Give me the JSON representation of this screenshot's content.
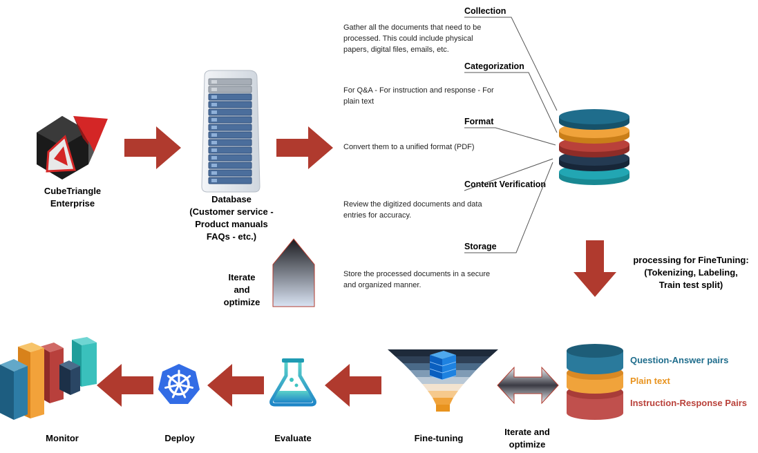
{
  "colors": {
    "arrow_red": "#b03a2e",
    "teal_blue": "#1f6d8c",
    "orange": "#e8931e",
    "red": "#b9413a",
    "dark_navy": "#243a52",
    "cyan": "#22a6b3",
    "kubernetes_blue": "#326ce5"
  },
  "enterprise": {
    "label_line1": "CubeTriangle",
    "label_line2": "Enterprise",
    "icon": "cube-triangle-logo-icon"
  },
  "database": {
    "icon": "server-rack-icon",
    "label_line1": "Database",
    "label_line2": "(Customer service -",
    "label_line3": "Product manuals",
    "label_line4": "FAQs - etc.)"
  },
  "steps": [
    {
      "title": "Collection",
      "color": "#1f6d8c",
      "desc_line1": "Gather all the documents that need to be",
      "desc_line2": "processed. This could include physical",
      "desc_line3": "papers, digital files, emails, etc."
    },
    {
      "title": "Categorization",
      "color": "#e8931e",
      "desc_line1": "For Q&A - For instruction and response - For",
      "desc_line2": "plain text",
      "desc_line3": ""
    },
    {
      "title": "Format",
      "color": "#b9413a",
      "desc_line1": "Convert them to a unified format (PDF)",
      "desc_line2": "",
      "desc_line3": ""
    },
    {
      "title": "Content Verification",
      "color": "#243a52",
      "desc_line1": "Review the digitized documents and data",
      "desc_line2": "entries for accuracy.",
      "desc_line3": ""
    },
    {
      "title": "Storage",
      "color": "#22a6b3",
      "desc_line1": "Store the processed documents in a secure",
      "desc_line2": "and organized manner.",
      "desc_line3": ""
    }
  ],
  "processing": {
    "line1": "processing for FineTuning:",
    "line2": "(Tokenizing, Labeling,",
    "line3": "Train test split)"
  },
  "iterate_top": {
    "line1": "Iterate",
    "line2": "and",
    "line3": "optimize"
  },
  "dataset_layers": [
    {
      "label": "Question-Answer pairs",
      "color": "#1f6d8c"
    },
    {
      "label": "Plain text",
      "color": "#e8931e"
    },
    {
      "label": "Instruction-Response Pairs",
      "color": "#b9413a"
    }
  ],
  "iterate_bottom": {
    "line1": "Iterate and",
    "line2": "optimize"
  },
  "pipeline": {
    "finetuning": {
      "label": "Fine-tuning",
      "icon": "funnel-icon"
    },
    "evaluate": {
      "label": "Evaluate",
      "icon": "flask-icon"
    },
    "deploy": {
      "label": "Deploy",
      "icon": "kubernetes-helm-icon"
    },
    "monitor": {
      "label": "Monitor",
      "icon": "bar-chart-3d-icon"
    }
  }
}
